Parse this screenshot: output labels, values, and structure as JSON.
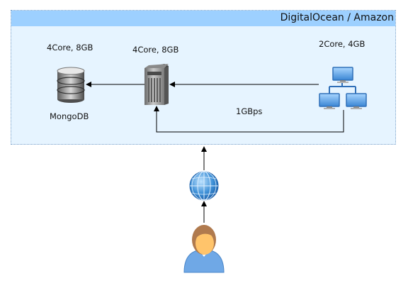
{
  "environment": {
    "title": "DigitalOcean / Amazon"
  },
  "nodes": {
    "database": {
      "spec": "4Core, 8GB",
      "name": "MongoDB"
    },
    "app_server": {
      "spec": "4Core, 8GB"
    },
    "load_generators": {
      "spec": "2Core, 4GB"
    }
  },
  "links": {
    "bandwidth": "1GBps"
  },
  "colors": {
    "container_fill": "#e6f4ff",
    "container_header": "#9dd0ff",
    "monitor_blue": "#4a90d9",
    "globe_blue": "#3d8fd6",
    "person_skin": "#ffc46b",
    "person_hair": "#b07a4e",
    "person_shirt": "#6fa8e6"
  },
  "icons": [
    "database-icon",
    "server-tower-icon",
    "network-computers-icon",
    "globe-icon",
    "user-icon"
  ]
}
